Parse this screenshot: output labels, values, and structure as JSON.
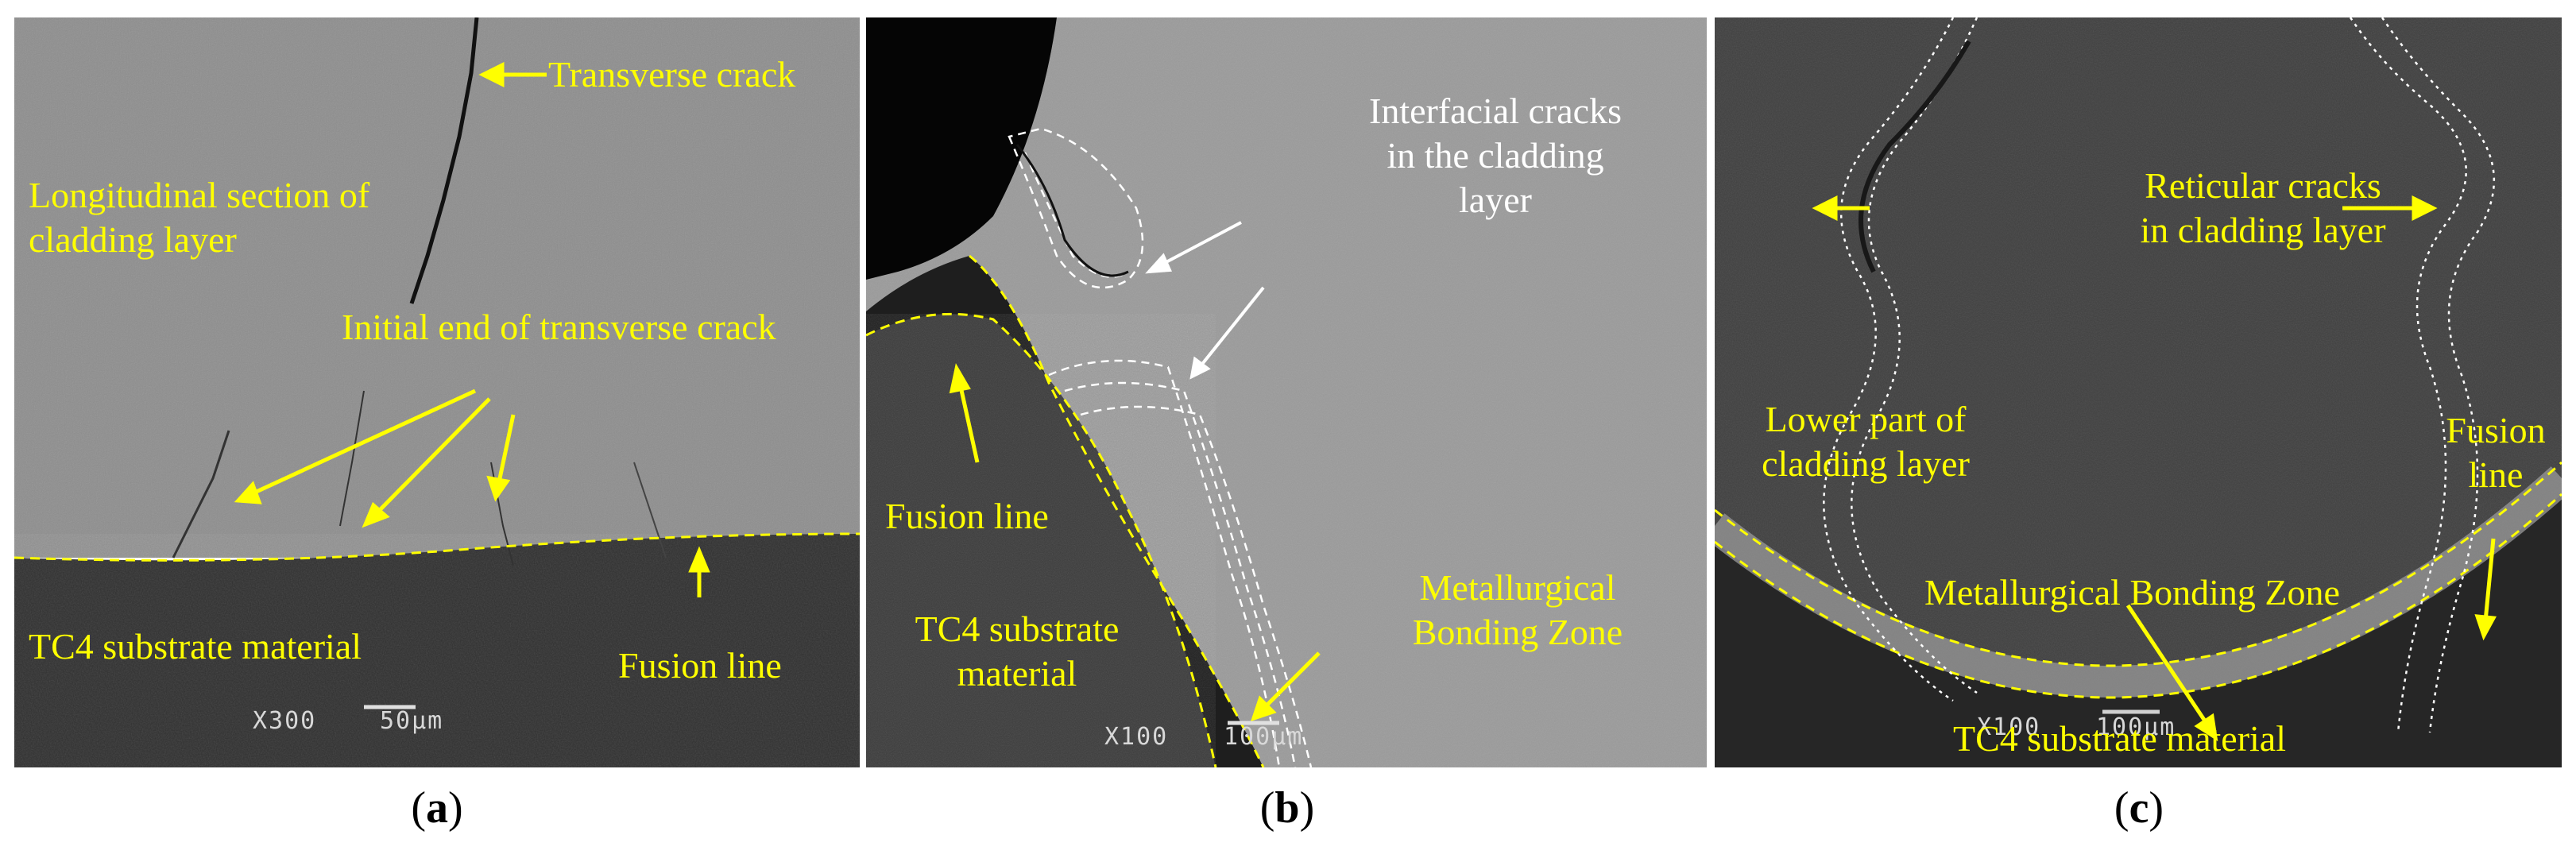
{
  "panels": [
    {
      "id": "a",
      "caption_letter": "a",
      "labels": {
        "transverse_crack": "Transverse crack",
        "longitudinal": "Longitudinal section of\ncladding layer",
        "initial_end": "Initial end of transverse crack",
        "substrate": "TC4 substrate material",
        "fusion_line": "Fusion line"
      },
      "scale": {
        "magnification": "X300",
        "bar": "50μm"
      }
    },
    {
      "id": "b",
      "caption_letter": "b",
      "labels": {
        "interfacial_cracks": "Interfacial cracks\nin the cladding\nlayer",
        "fusion_line": "Fusion line",
        "substrate": "TC4 substrate\nmaterial",
        "bonding_zone": "Metallurgical\nBonding Zone"
      },
      "scale": {
        "magnification": "X100",
        "bar": "100μm"
      }
    },
    {
      "id": "c",
      "caption_letter": "c",
      "labels": {
        "reticular_cracks": "Reticular cracks\nin cladding layer",
        "lower_part": "Lower part of\ncladding layer",
        "fusion_line": "Fusion\nline",
        "bonding_zone": "Metallurgical Bonding Zone",
        "substrate": "TC4 substrate material"
      },
      "scale": {
        "magnification": "X100",
        "bar": "100μm"
      }
    }
  ],
  "colors": {
    "annotation": "#ffff00",
    "annotation_white": "#ffffff",
    "dashed_outline": "#ffffff"
  }
}
